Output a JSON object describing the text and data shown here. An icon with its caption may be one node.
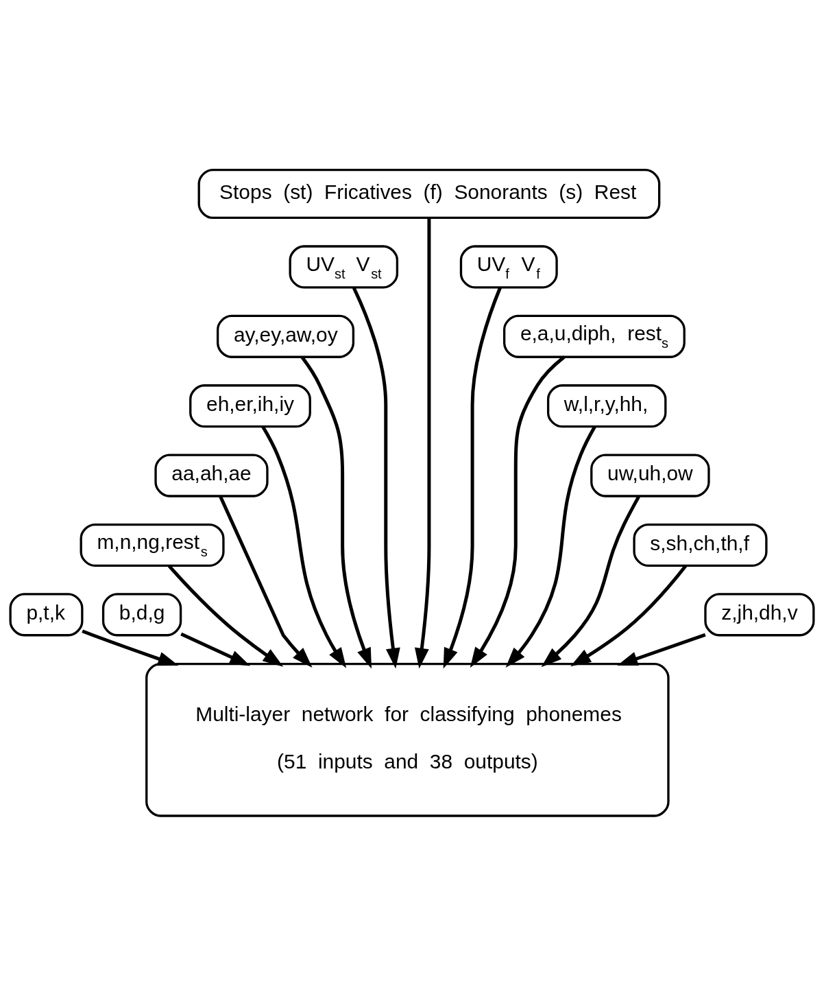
{
  "diagram": {
    "nodes": [
      {
        "text": [
          "Stops (st) Fricatives (f) Sonorants (s) Rest"
        ]
      },
      {
        "text": [
          "UV$_{st}$ V$_{st}$"
        ]
      },
      {
        "text": [
          "UV$_{f}$ V$_{f}$"
        ]
      },
      {
        "text": [
          "ay,ey,aw,oy"
        ]
      },
      {
        "text": [
          "e,a,u,diph, rest$_{s}$"
        ]
      },
      {
        "text": [
          "eh,er,ih,iy"
        ]
      },
      {
        "text": [
          "w,l,r,y,hh,"
        ]
      },
      {
        "text": [
          "aa,ah,ae"
        ]
      },
      {
        "text": [
          "uw,uh,ow"
        ]
      },
      {
        "text": [
          "m,n,ng,rest$_{s}$"
        ]
      },
      {
        "text": [
          "s,sh,ch,th,f"
        ]
      },
      {
        "text": [
          "p,t,k"
        ]
      },
      {
        "text": [
          "b,d,g"
        ]
      },
      {
        "text": [
          "z,jh,dh,v"
        ]
      },
      {
        "text": [
          "Multi-layer network for classifying phonemes",
          "(51 inputs and 38 outputs)"
        ]
      }
    ],
    "edges": [
      {
        "from": 11,
        "to": 14,
        "arrow": "to"
      },
      {
        "from": 12,
        "to": 14,
        "arrow": "to"
      },
      {
        "from": 9,
        "to": 14,
        "arrow": "to"
      },
      {
        "from": 7,
        "to": 14,
        "arrow": "to"
      },
      {
        "from": 5,
        "to": 14,
        "arrow": "to"
      },
      {
        "from": 3,
        "to": 14,
        "arrow": "to"
      },
      {
        "from": 1,
        "to": 14,
        "arrow": "to"
      },
      {
        "from": 0,
        "to": 14,
        "arrow": "to"
      },
      {
        "from": 2,
        "to": 14,
        "arrow": "to"
      },
      {
        "from": 4,
        "to": 14,
        "arrow": "to"
      },
      {
        "from": 6,
        "to": 14,
        "arrow": "to"
      },
      {
        "from": 8,
        "to": 14,
        "arrow": "to"
      },
      {
        "from": 10,
        "to": 14,
        "arrow": "to"
      },
      {
        "from": 13,
        "to": 14,
        "arrow": "to"
      }
    ]
  }
}
